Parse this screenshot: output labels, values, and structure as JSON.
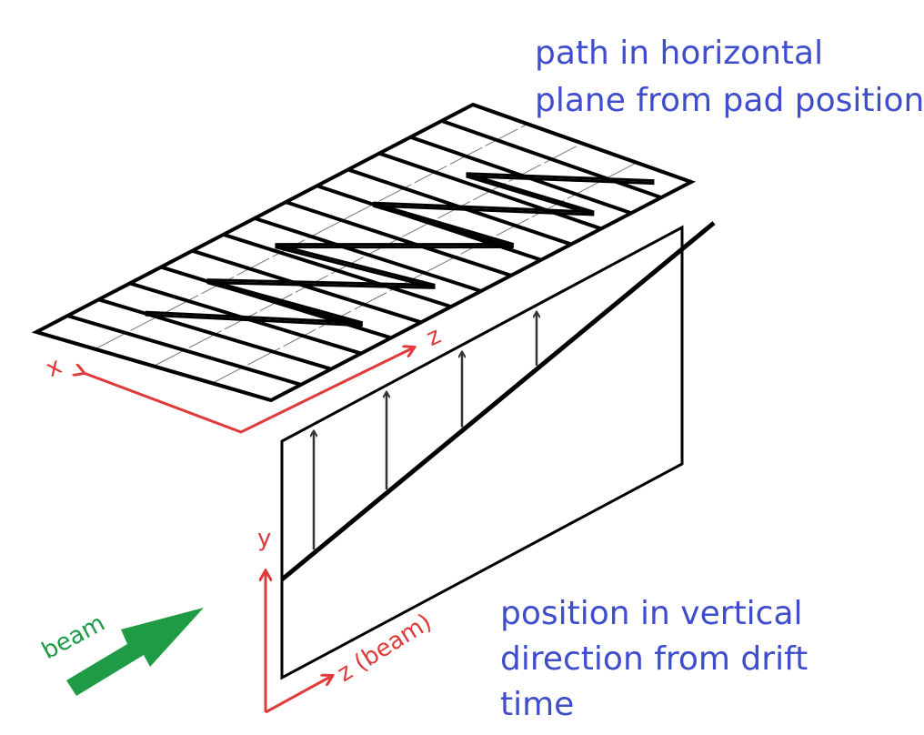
{
  "annotations": {
    "horizontal": [
      "path in horizontal",
      "plane from pad position"
    ],
    "vertical": [
      "position in vertical",
      "direction from drift",
      "time"
    ]
  },
  "axes": {
    "x": "x",
    "z": "z",
    "y": "y",
    "z_beam": "z (beam)"
  },
  "beam_label": "beam",
  "colors": {
    "text": "#3f4ccc",
    "axis": "#e03a3a",
    "beam": "#1f9a45",
    "lines": "#000000"
  },
  "pad_rows": 14,
  "drift_arrows": 4
}
